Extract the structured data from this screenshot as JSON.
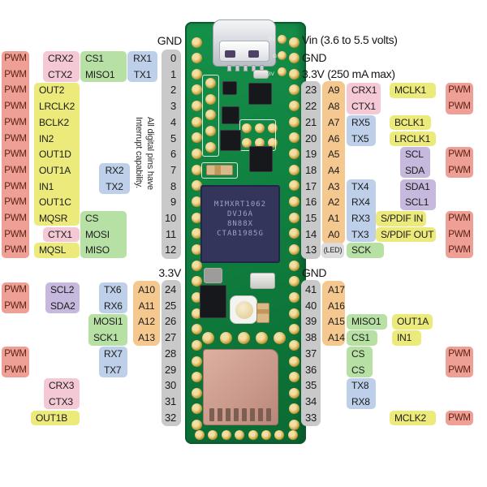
{
  "header": {
    "gnd_top_left": "GND",
    "vin": "Vin  (3.6 to 5.5 volts)",
    "gnd_right": "GND",
    "v33_right": "3.3V (250 mA max)",
    "v33_mid_left": "3.3V",
    "gnd_mid_right": "GND"
  },
  "board": {
    "chip_lines": [
      "MIMXRT1062",
      "DVJ6A",
      "8N88X",
      "CTAB1985G"
    ],
    "note_lines": [
      "All digital pins have",
      "Interrupt capability."
    ],
    "pad_labels": [
      "5V",
      "G",
      "3V"
    ]
  },
  "colors": {
    "red": "#efa096",
    "pink": "#f4c8d4",
    "yellow": "#edea7c",
    "green": "#b7e0a5",
    "blue": "#bdcfe9",
    "purple": "#c7b8de",
    "orange": "#f4c88f",
    "gray": "#c9c9c9",
    "ledgray": "#dcdcdc"
  },
  "pins": {
    "left_top": [
      {
        "num": "0",
        "cells": [
          [
            "PWM",
            "red",
            "pwmL"
          ],
          [
            "CRX2",
            "pink",
            "l1",
            45
          ],
          [
            "CS1",
            "green",
            "l2"
          ],
          [
            "RX1",
            "blue",
            "l3"
          ]
        ]
      },
      {
        "num": "1",
        "cells": [
          [
            "PWM",
            "red",
            "pwmL"
          ],
          [
            "CTX2",
            "pink",
            "l1",
            45
          ],
          [
            "MISO1",
            "green",
            "l2"
          ],
          [
            "TX1",
            "blue",
            "l3"
          ]
        ]
      },
      {
        "num": "2",
        "cells": [
          [
            "PWM",
            "red",
            "pwmL"
          ],
          [
            "OUT2",
            "yellow",
            "l1",
            56
          ]
        ]
      },
      {
        "num": "3",
        "cells": [
          [
            "PWM",
            "red",
            "pwmL"
          ],
          [
            "LRCLK2",
            "yellow",
            "l1",
            56
          ]
        ]
      },
      {
        "num": "4",
        "cells": [
          [
            "PWM",
            "red",
            "pwmL"
          ],
          [
            "BCLK2",
            "yellow",
            "l1",
            56
          ]
        ]
      },
      {
        "num": "5",
        "cells": [
          [
            "PWM",
            "red",
            "pwmL"
          ],
          [
            "IN2",
            "yellow",
            "l1",
            56
          ]
        ]
      },
      {
        "num": "6",
        "cells": [
          [
            "PWM",
            "red",
            "pwmL"
          ],
          [
            "OUT1D",
            "yellow",
            "l1",
            56
          ]
        ]
      },
      {
        "num": "7",
        "cells": [
          [
            "PWM",
            "red",
            "pwmL"
          ],
          [
            "OUT1A",
            "yellow",
            "l1",
            56
          ],
          [
            "RX2",
            "blue",
            "l2b"
          ]
        ]
      },
      {
        "num": "8",
        "cells": [
          [
            "PWM",
            "red",
            "pwmL"
          ],
          [
            "IN1",
            "yellow",
            "l1",
            56
          ],
          [
            "TX2",
            "blue",
            "l2b"
          ]
        ]
      },
      {
        "num": "9",
        "cells": [
          [
            "PWM",
            "red",
            "pwmL"
          ],
          [
            "OUT1C",
            "yellow",
            "l1",
            56
          ]
        ]
      },
      {
        "num": "10",
        "cells": [
          [
            "PWM",
            "red",
            "pwmL"
          ],
          [
            "MQSR",
            "yellow",
            "l1",
            56
          ],
          [
            "CS",
            "green",
            "l2"
          ]
        ]
      },
      {
        "num": "11",
        "cells": [
          [
            "PWM",
            "red",
            "pwmL"
          ],
          [
            "CTX1",
            "pink",
            "l1",
            45
          ],
          [
            "MOSI",
            "green",
            "l2"
          ]
        ]
      },
      {
        "num": "12",
        "cells": [
          [
            "PWM",
            "red",
            "pwmL"
          ],
          [
            "MQSL",
            "yellow",
            "l1",
            56
          ],
          [
            "MISO",
            "green",
            "l2"
          ]
        ]
      }
    ],
    "right_top": [
      {
        "num": "23",
        "cells": [
          [
            "A9",
            "",
            "rA"
          ],
          [
            "CRX1",
            "pink",
            "r3",
            42
          ],
          [
            "MCLK1",
            "yellow",
            "r4",
            57
          ],
          [
            "PWM",
            "red",
            "pwmR"
          ]
        ]
      },
      {
        "num": "22",
        "cells": [
          [
            "A8",
            "",
            "rA"
          ],
          [
            "CTX1",
            "pink",
            "r3",
            42
          ],
          [
            "PWM",
            "red",
            "pwmR"
          ]
        ]
      },
      {
        "num": "21",
        "cells": [
          [
            "A7",
            "",
            "rA"
          ],
          [
            "RX5",
            "blue",
            "r3",
            36
          ],
          [
            "BCLK1",
            "yellow",
            "r4",
            51
          ]
        ]
      },
      {
        "num": "20",
        "cells": [
          [
            "A6",
            "",
            "rA"
          ],
          [
            "TX5",
            "blue",
            "r3",
            36
          ],
          [
            "LRCLK1",
            "yellow",
            "r4",
            57
          ]
        ]
      },
      {
        "num": "19",
        "cells": [
          [
            "A5",
            "",
            "rA"
          ],
          [
            "SCL",
            "purple",
            "r4p",
            37
          ],
          [
            "PWM",
            "red",
            "pwmR"
          ]
        ]
      },
      {
        "num": "18",
        "cells": [
          [
            "A4",
            "",
            "rA"
          ],
          [
            "SDA",
            "purple",
            "r4p",
            37
          ],
          [
            "PWM",
            "red",
            "pwmR"
          ]
        ]
      },
      {
        "num": "17",
        "cells": [
          [
            "A3",
            "",
            "rA"
          ],
          [
            "TX4",
            "blue",
            "r3",
            36
          ],
          [
            "SDA1",
            "purple",
            "r4p",
            44
          ]
        ]
      },
      {
        "num": "16",
        "cells": [
          [
            "A2",
            "",
            "rA"
          ],
          [
            "RX4",
            "blue",
            "r3",
            36
          ],
          [
            "SCL1",
            "purple",
            "r4p",
            44
          ]
        ]
      },
      {
        "num": "15",
        "cells": [
          [
            "A1",
            "",
            "rA"
          ],
          [
            "RX3",
            "blue",
            "r3",
            36
          ],
          [
            "S/PDIF IN",
            "yellow",
            "r4s",
            62
          ],
          [
            "PWM",
            "red",
            "pwmR"
          ]
        ]
      },
      {
        "num": "14",
        "cells": [
          [
            "A0",
            "",
            "rA"
          ],
          [
            "TX3",
            "blue",
            "r3",
            36
          ],
          [
            "S/PDIF OUT",
            "yellow",
            "r4s",
            74
          ],
          [
            "PWM",
            "red",
            "pwmR"
          ]
        ]
      },
      {
        "num": "13",
        "cells": [
          [
            "(LED)",
            "ledgray",
            "rLED"
          ],
          [
            "SCK",
            "green",
            "r3",
            46
          ],
          [
            "PWM",
            "red",
            "pwmR"
          ]
        ]
      }
    ],
    "left_bottom": [
      {
        "num": "24",
        "cells": [
          [
            "PWM",
            "red",
            "pwmL"
          ],
          [
            "SCL2",
            "purple",
            "b1",
            42
          ],
          [
            "TX6",
            "blue",
            "b2",
            35
          ],
          [
            "A10",
            "",
            "bA"
          ]
        ]
      },
      {
        "num": "25",
        "cells": [
          [
            "PWM",
            "red",
            "pwmL"
          ],
          [
            "SDA2",
            "purple",
            "b1",
            42
          ],
          [
            "RX6",
            "blue",
            "b2",
            35
          ],
          [
            "A11",
            "",
            "bA"
          ]
        ]
      },
      {
        "num": "26",
        "cells": [
          [
            "MOSI1",
            "green",
            "b2",
            48
          ],
          [
            "A12",
            "",
            "bA"
          ]
        ]
      },
      {
        "num": "27",
        "cells": [
          [
            "SCK1",
            "green",
            "b2",
            48
          ],
          [
            "A13",
            "",
            "bA"
          ]
        ]
      },
      {
        "num": "28",
        "cells": [
          [
            "PWM",
            "red",
            "pwmL"
          ],
          [
            "RX7",
            "blue",
            "b2",
            35
          ]
        ]
      },
      {
        "num": "29",
        "cells": [
          [
            "PWM",
            "red",
            "pwmL"
          ],
          [
            "TX7",
            "blue",
            "b2",
            35
          ]
        ]
      },
      {
        "num": "30",
        "cells": [
          [
            "CRX3",
            "pink",
            "b1",
            44
          ]
        ]
      },
      {
        "num": "31",
        "cells": [
          [
            "CTX3",
            "pink",
            "b1",
            44
          ]
        ]
      },
      {
        "num": "32",
        "cells": [
          [
            "OUT1B",
            "yellow",
            "b1",
            60
          ]
        ]
      }
    ],
    "right_bottom": [
      {
        "num": "41",
        "cells": [
          [
            "A17",
            "",
            "rA"
          ]
        ]
      },
      {
        "num": "40",
        "cells": [
          [
            "A16",
            "",
            "rA"
          ]
        ]
      },
      {
        "num": "39",
        "cells": [
          [
            "A15",
            "",
            "rA"
          ],
          [
            "MISO1",
            "green",
            "r3",
            50
          ],
          [
            "OUT1A",
            "yellow",
            "r4y",
            50
          ]
        ]
      },
      {
        "num": "38",
        "cells": [
          [
            "A14",
            "",
            "rA"
          ],
          [
            "CS1",
            "green",
            "r3",
            38
          ],
          [
            "IN1",
            "yellow",
            "r4y",
            36
          ]
        ]
      },
      {
        "num": "37",
        "cells": [
          [
            "CS",
            "green",
            "r3",
            32
          ],
          [
            "PWM",
            "red",
            "pwmR"
          ]
        ]
      },
      {
        "num": "36",
        "cells": [
          [
            "CS",
            "green",
            "r3",
            32
          ],
          [
            "PWM",
            "red",
            "pwmR"
          ]
        ]
      },
      {
        "num": "35",
        "cells": [
          [
            "TX8",
            "blue",
            "r3",
            36
          ]
        ]
      },
      {
        "num": "34",
        "cells": [
          [
            "RX8",
            "blue",
            "r3",
            36
          ]
        ]
      },
      {
        "num": "33",
        "cells": [
          [
            "MCLK2",
            "yellow",
            "r4",
            57
          ],
          [
            "PWM",
            "red",
            "pwmR"
          ]
        ]
      }
    ]
  }
}
